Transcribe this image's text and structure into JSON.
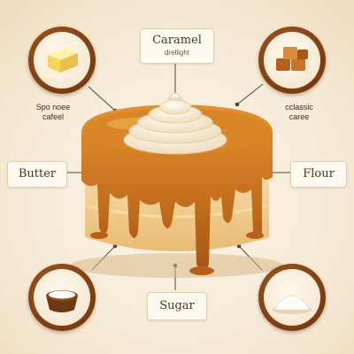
{
  "labels": {
    "caramel": {
      "title": "Caramel",
      "subtitle": "drellight"
    },
    "butter": {
      "title": "Butter"
    },
    "flour": {
      "title": "Flour"
    },
    "sugar": {
      "title": "Sugar"
    }
  },
  "notes": {
    "left": [
      "Spo noee",
      "cafeel"
    ],
    "right": [
      "cclassic",
      "caree"
    ]
  },
  "icons": {
    "top_left": "butter-block-icon",
    "top_right": "caramel-cubes-icon",
    "bottom_left": "sugar-bowl-icon",
    "bottom_right": "flour-pile-icon"
  },
  "colors": {
    "background": "#f8efdf",
    "caramel": "#c8731f",
    "frame": "#7c3d10",
    "sponge": "#f3d49a"
  }
}
